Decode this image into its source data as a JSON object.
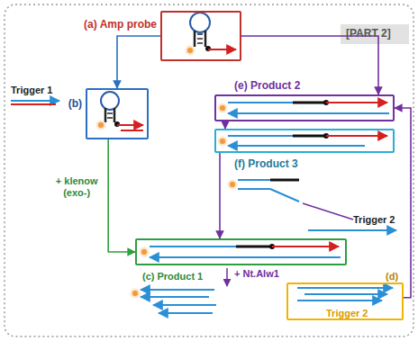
{
  "diagram": {
    "nodes": [
      {
        "text": [
          "(a) Amp probe"
        ]
      },
      {
        "text": [
          "(b)"
        ]
      },
      {
        "text": [
          "(e) Product 2"
        ]
      },
      {
        "text": [
          "(f) Product 3"
        ]
      },
      {
        "text": [
          "(c) Product 1"
        ]
      },
      {
        "text": [
          "(d)",
          "Trigger 2"
        ]
      }
    ],
    "edges": [
      {
        "from": 0,
        "to": 1,
        "arrow": "to"
      },
      {
        "from": 0,
        "to": 2,
        "arrow": "to"
      },
      {
        "from": 2,
        "to": 3,
        "arrow": "to"
      },
      {
        "from": 3,
        "to": 4,
        "arrow": "to"
      },
      {
        "from": 1,
        "to": 4,
        "arrow": "to",
        "label": "+ klenow (exo-)"
      },
      {
        "from": 5,
        "to": 2,
        "arrow": "to"
      }
    ],
    "labels": [
      "[PART 2]",
      "Trigger 1",
      "Trigger 2",
      "+ Nt.Alw1"
    ]
  }
}
